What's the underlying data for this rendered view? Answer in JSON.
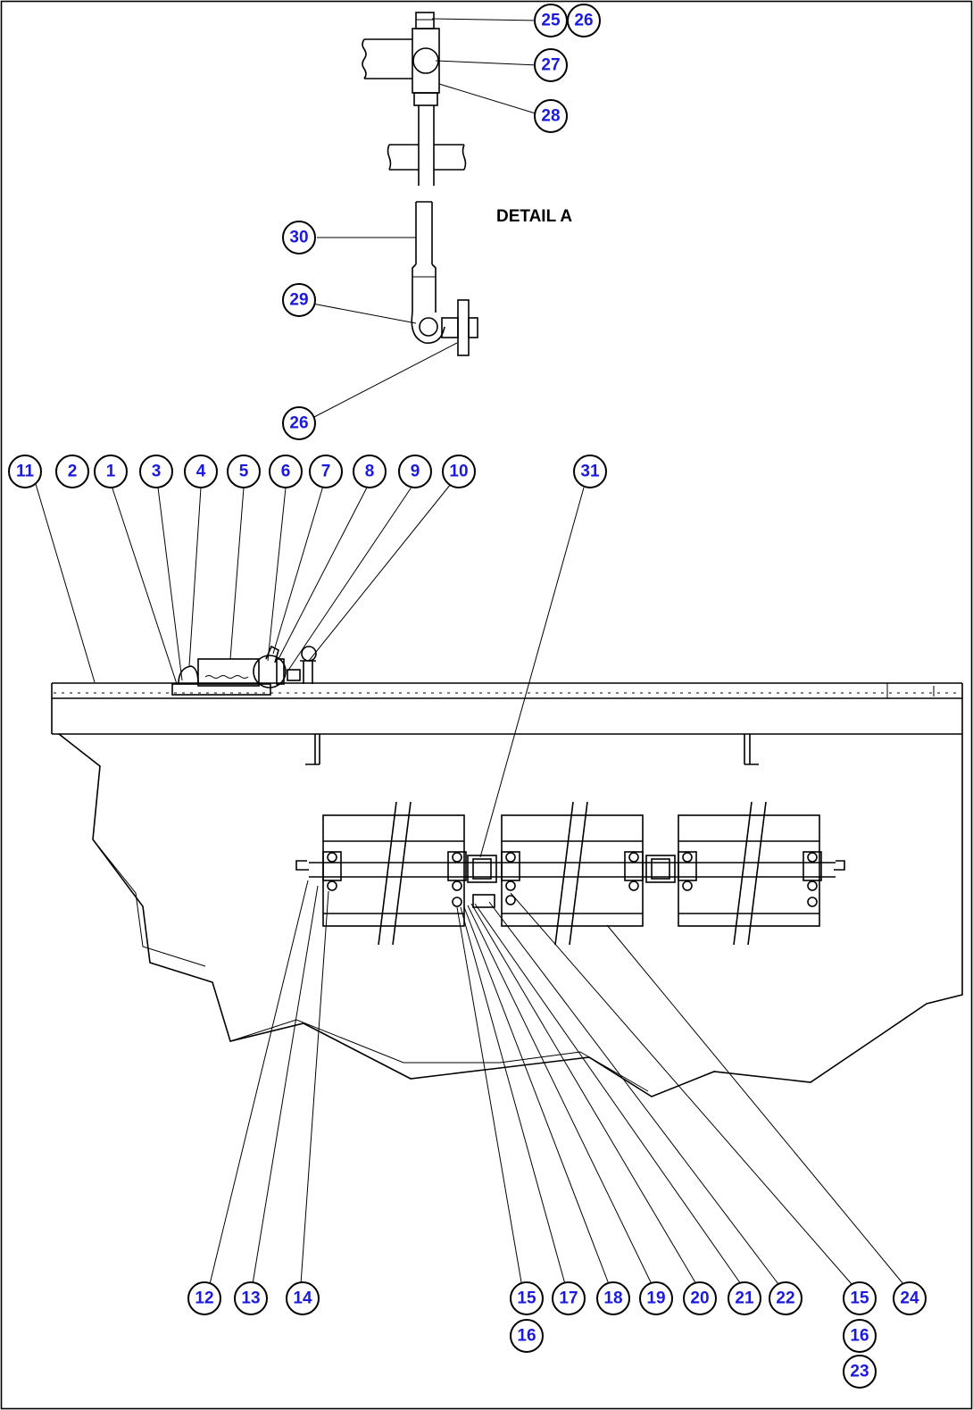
{
  "detail_title": "DETAIL A",
  "callouts": [
    {
      "id": "c25",
      "label": "25"
    },
    {
      "id": "c26a",
      "label": "26"
    },
    {
      "id": "c27",
      "label": "27"
    },
    {
      "id": "c28",
      "label": "28"
    },
    {
      "id": "c30",
      "label": "30"
    },
    {
      "id": "c29",
      "label": "29"
    },
    {
      "id": "c26b",
      "label": "26"
    },
    {
      "id": "c11",
      "label": "11"
    },
    {
      "id": "c2",
      "label": "2"
    },
    {
      "id": "c1",
      "label": "1"
    },
    {
      "id": "c3",
      "label": "3"
    },
    {
      "id": "c4",
      "label": "4"
    },
    {
      "id": "c5",
      "label": "5"
    },
    {
      "id": "c6",
      "label": "6"
    },
    {
      "id": "c7",
      "label": "7"
    },
    {
      "id": "c8",
      "label": "8"
    },
    {
      "id": "c9",
      "label": "9"
    },
    {
      "id": "c10",
      "label": "10"
    },
    {
      "id": "c31",
      "label": "31"
    },
    {
      "id": "c12",
      "label": "12"
    },
    {
      "id": "c13",
      "label": "13"
    },
    {
      "id": "c14",
      "label": "14"
    },
    {
      "id": "c15a",
      "label": "15"
    },
    {
      "id": "c16a",
      "label": "16"
    },
    {
      "id": "c17",
      "label": "17"
    },
    {
      "id": "c18",
      "label": "18"
    },
    {
      "id": "c19",
      "label": "19"
    },
    {
      "id": "c20",
      "label": "20"
    },
    {
      "id": "c21",
      "label": "21"
    },
    {
      "id": "c22",
      "label": "22"
    },
    {
      "id": "c15b",
      "label": "15"
    },
    {
      "id": "c16b",
      "label": "16"
    },
    {
      "id": "c23",
      "label": "23"
    },
    {
      "id": "c24",
      "label": "24"
    }
  ]
}
